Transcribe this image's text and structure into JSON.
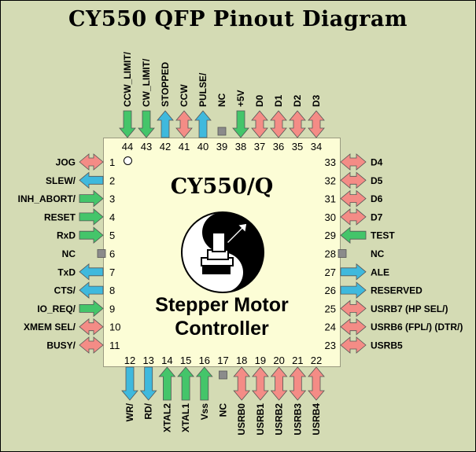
{
  "title": "CY550  QFP  Pinout Diagram",
  "chip": {
    "name": "CY550/Q",
    "subtitle_line1": "Stepper Motor",
    "subtitle_line2": "Controller"
  },
  "colors": {
    "background": "#d4dbb4",
    "chip_body": "#fcfdd6",
    "bidirectional": "#f48c86",
    "input": "#44c56a",
    "output": "#3fb9dd",
    "no_connect": "#8b8b8b"
  },
  "pins": [
    {
      "num": "1",
      "label": "JOG",
      "dir": "bi"
    },
    {
      "num": "2",
      "label": "SLEW/",
      "dir": "out"
    },
    {
      "num": "3",
      "label": "INH_ABORT/",
      "dir": "in"
    },
    {
      "num": "4",
      "label": "RESET",
      "dir": "in"
    },
    {
      "num": "5",
      "label": "RxD",
      "dir": "in"
    },
    {
      "num": "6",
      "label": "NC",
      "dir": "nc"
    },
    {
      "num": "7",
      "label": "TxD",
      "dir": "out"
    },
    {
      "num": "8",
      "label": "CTS/",
      "dir": "out"
    },
    {
      "num": "9",
      "label": "IO_REQ/",
      "dir": "in"
    },
    {
      "num": "10",
      "label": "XMEM SEL/",
      "dir": "bi"
    },
    {
      "num": "11",
      "label": "BUSY/",
      "dir": "bi"
    },
    {
      "num": "12",
      "label": "WR/",
      "dir": "out"
    },
    {
      "num": "13",
      "label": "RD/",
      "dir": "out"
    },
    {
      "num": "14",
      "label": "XTAL2",
      "dir": "in"
    },
    {
      "num": "15",
      "label": "XTAL1",
      "dir": "in"
    },
    {
      "num": "16",
      "label": "Vss",
      "dir": "in"
    },
    {
      "num": "17",
      "label": "NC",
      "dir": "nc"
    },
    {
      "num": "18",
      "label": "USRB0",
      "dir": "bi"
    },
    {
      "num": "19",
      "label": "USRB1",
      "dir": "bi"
    },
    {
      "num": "20",
      "label": "USRB2",
      "dir": "bi"
    },
    {
      "num": "21",
      "label": "USRB3",
      "dir": "bi"
    },
    {
      "num": "22",
      "label": "USRB4",
      "dir": "bi"
    },
    {
      "num": "23",
      "label": "USRB5",
      "dir": "bi"
    },
    {
      "num": "24",
      "label": "USRB6 (FPL/) (DTR/)",
      "dir": "bi"
    },
    {
      "num": "25",
      "label": "USRB7 (HP SEL/)",
      "dir": "bi"
    },
    {
      "num": "26",
      "label": "RESERVED",
      "dir": "out"
    },
    {
      "num": "27",
      "label": "ALE",
      "dir": "out"
    },
    {
      "num": "28",
      "label": "NC",
      "dir": "nc"
    },
    {
      "num": "29",
      "label": "TEST",
      "dir": "in"
    },
    {
      "num": "30",
      "label": "D7",
      "dir": "bi"
    },
    {
      "num": "31",
      "label": "D6",
      "dir": "bi"
    },
    {
      "num": "32",
      "label": "D5",
      "dir": "bi"
    },
    {
      "num": "33",
      "label": "D4",
      "dir": "bi"
    },
    {
      "num": "34",
      "label": "D3",
      "dir": "bi"
    },
    {
      "num": "35",
      "label": "D2",
      "dir": "bi"
    },
    {
      "num": "36",
      "label": "D1",
      "dir": "bi"
    },
    {
      "num": "37",
      "label": "D0",
      "dir": "bi"
    },
    {
      "num": "38",
      "label": "+5V",
      "dir": "in"
    },
    {
      "num": "39",
      "label": "NC",
      "dir": "nc"
    },
    {
      "num": "40",
      "label": "PULSE/",
      "dir": "out"
    },
    {
      "num": "41",
      "label": "CCW",
      "dir": "bi"
    },
    {
      "num": "42",
      "label": "STOPPED",
      "dir": "out"
    },
    {
      "num": "43",
      "label": "CW_LIMIT/",
      "dir": "in"
    },
    {
      "num": "44",
      "label": "CCW_LIMIT/",
      "dir": "in"
    }
  ]
}
